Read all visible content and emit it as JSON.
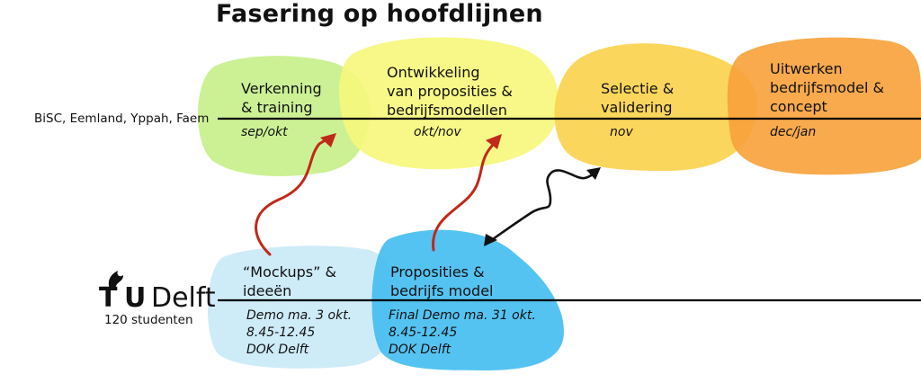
{
  "title": "Fasering op hoofdlijnen",
  "partners_label": "BiSC, Eemland, Yppah, Faem",
  "phases": [
    {
      "label": "Verkenning\n& training",
      "period": "sep/okt",
      "color": "#c7f08a"
    },
    {
      "label": "Ontwikkeling\nvan proposities &\nbedrijfsmodellen",
      "period": "okt/nov",
      "color": "#f6f77a"
    },
    {
      "label": "Selectie &\nvalidering",
      "period": "nov",
      "color": "#fbd24a"
    },
    {
      "label": "Uitwerken\nbedrijfsmodel &\nconcept",
      "period": "dec/jan",
      "color": "#f7a13a"
    }
  ],
  "student_phases": [
    {
      "label": "“Mockups” &\nideeën",
      "details": "Demo ma. 3 okt.\n8.45-12.45\nDOK Delft",
      "color": "#c9e9f7"
    },
    {
      "label": "Proposities &\nbedrijfs model",
      "details": "Final Demo ma. 31 okt.\n8.45-12.45\nDOK Delft",
      "color": "#43bdf0"
    }
  ],
  "university": {
    "logo_t": "T",
    "logo_u": "U",
    "logo_delft": "Delft",
    "students": "120 studenten"
  },
  "colors": {
    "arrow_red": "#c0281a",
    "arrow_black": "#111111",
    "line": "#000000"
  }
}
